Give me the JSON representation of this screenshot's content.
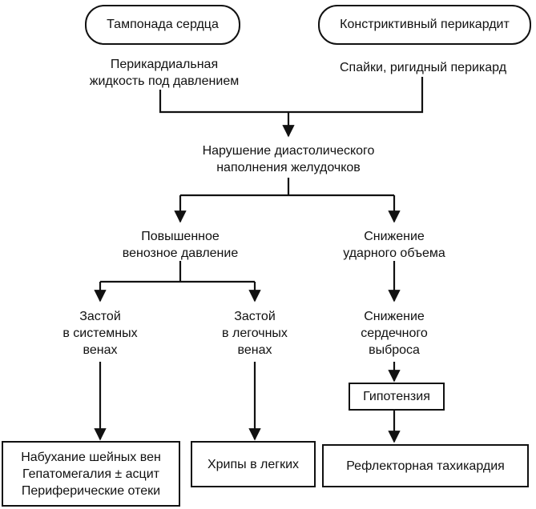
{
  "sources": {
    "tamponade": "Тампонада сердца",
    "constrictive": "Констриктивный перикардит"
  },
  "causes": {
    "tamponade_lines": [
      "Перикардиальная",
      "жидкость под давлением"
    ],
    "constrictive": "Спайки, ригидный перикард"
  },
  "diastolic": [
    "Нарушение диастолического",
    "наполнения желудочков"
  ],
  "venous_pressure": [
    "Повышенное",
    "венозное давление"
  ],
  "stroke_volume": [
    "Снижение",
    "ударного объема"
  ],
  "systemic_congestion": [
    "Застой",
    "в системных",
    "венах"
  ],
  "pulmonary_congestion": [
    "Застой",
    "в легочных",
    "венах"
  ],
  "cardiac_output": [
    "Снижение",
    "сердечного",
    "выброса"
  ],
  "hypotension": "Гипотензия",
  "outcomes": {
    "systemic": [
      "Набухание шейных вен",
      "Гепатомегалия ± асцит",
      "Периферические отеки"
    ],
    "pulmonary": "Хрипы в легких",
    "tachycardia": "Рефлекторная тахикардия"
  }
}
